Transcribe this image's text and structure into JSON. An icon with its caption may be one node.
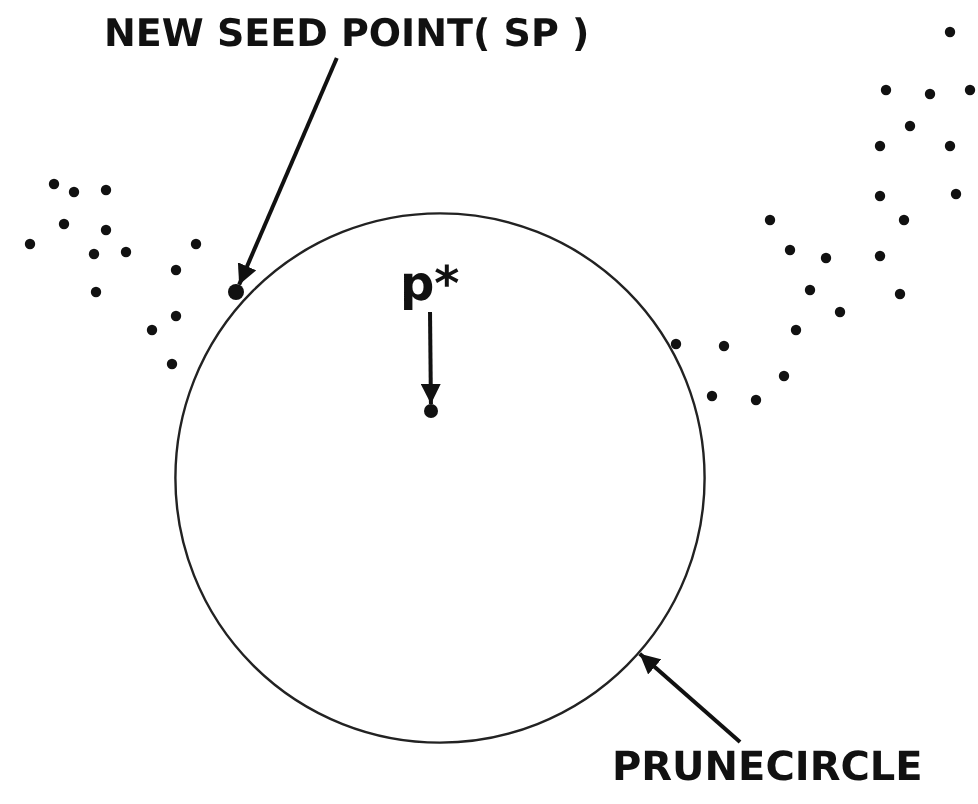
{
  "diagram": {
    "nodes": [
      {
        "text": [
          "NEW SEED POINT( SP )"
        ]
      },
      {
        "text": [],
        "shape": "dot"
      },
      {
        "text": [],
        "shape": "circle"
      },
      {
        "text": [
          "p*"
        ],
        "in": 2
      },
      {
        "text": [],
        "shape": "dot",
        "in": 2
      },
      {
        "text": [
          "PRUNECIRCLE"
        ]
      }
    ],
    "edges": [
      {
        "from": 0,
        "to": 1,
        "arrow": "to"
      },
      {
        "from": 3,
        "to": 4,
        "arrow": "to"
      },
      {
        "from": 5,
        "to": 2,
        "arrow": "to"
      }
    ]
  }
}
